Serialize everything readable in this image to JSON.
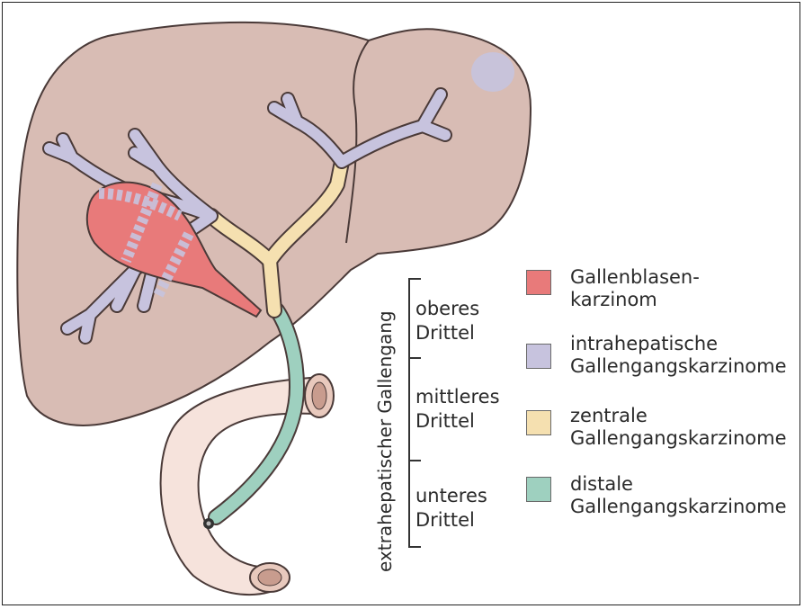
{
  "axis_label": "extrahepatischer Gallengang",
  "thirds": [
    {
      "line1": "oberes",
      "line2": "Drittel"
    },
    {
      "line1": "mittleres",
      "line2": "Drittel"
    },
    {
      "line1": "unteres",
      "line2": "Drittel"
    }
  ],
  "legend": [
    {
      "line1": "Gallenblasen-",
      "line2": "karzinom",
      "color": "#e87a7a"
    },
    {
      "line1": "intrahepatische",
      "line2": "Gallengangskarzinome",
      "color": "#c7c3de"
    },
    {
      "line1": "zentrale",
      "line2": "Gallengangskarzinome",
      "color": "#f5e0b0"
    },
    {
      "line1": "distale",
      "line2": "Gallengangskarzinome",
      "color": "#9ed0bf"
    }
  ],
  "colors": {
    "liver": "#d8bcb4",
    "liver_outline": "#4a3a38",
    "duodenum": "#f6e3dc",
    "gallbladder": "#e87a7a",
    "intrahepatic": "#c7c3de",
    "central": "#f5e0b0",
    "distal": "#9ed0bf"
  }
}
